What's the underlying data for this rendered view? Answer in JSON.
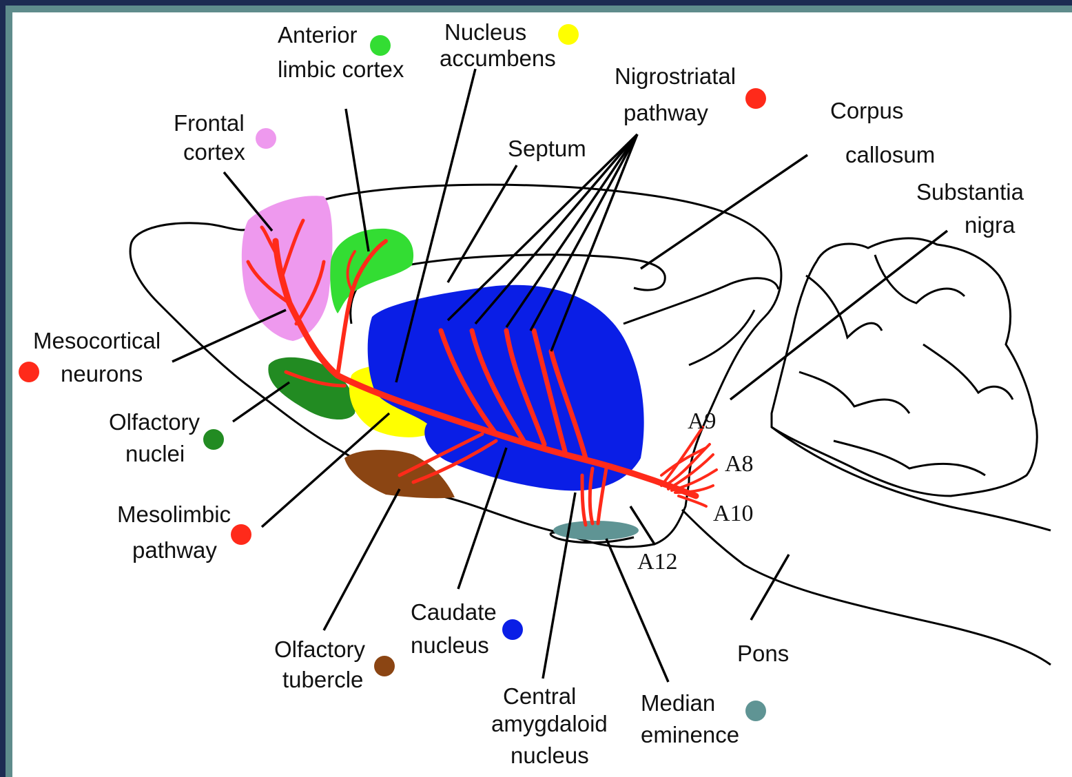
{
  "labels": {
    "anterior_limbic_cortex": [
      "Anterior",
      "limbic cortex"
    ],
    "nucleus_accumbens": [
      "Nucleus",
      "accumbens"
    ],
    "nigrostriatal_pathway": [
      "Nigrostriatal",
      "pathway"
    ],
    "corpus_callosum": [
      "Corpus",
      "callosum"
    ],
    "frontal_cortex": [
      "Frontal",
      "cortex"
    ],
    "septum": "Septum",
    "substantia_nigra": [
      "Substantia",
      "nigra"
    ],
    "mesocortical_neurons": [
      "Mesocortical",
      "neurons"
    ],
    "olfactory_nuclei": [
      "Olfactory",
      "nuclei"
    ],
    "mesolimbic_pathway": [
      "Mesolimbic",
      "pathway"
    ],
    "caudate_nucleus": [
      "Caudate",
      "nucleus"
    ],
    "olfactory_tubercle": [
      "Olfactory",
      "tubercle"
    ],
    "central_amygdaloid_nucleus": [
      "Central",
      "amygdaloid",
      "nucleus"
    ],
    "median_eminence": [
      "Median",
      "eminence"
    ],
    "pons": "Pons",
    "a9": "A9",
    "a8": "A8",
    "a10": "A10",
    "a12": "A12"
  },
  "colors": {
    "frontal_cortex": "#ee99ee",
    "anterior_limbic_cortex": "#33dd33",
    "nucleus_accumbens": "#ffff00",
    "olfactory_nuclei": "#228b22",
    "olfactory_tubercle": "#8b4513",
    "caudate_nucleus": "#0a1ee6",
    "median_eminence": "#5f9494",
    "dopamine_pathways": "#ff2a1a"
  }
}
